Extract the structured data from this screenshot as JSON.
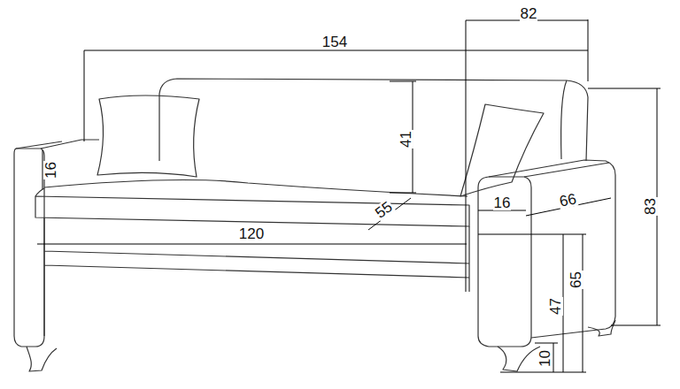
{
  "diagram": {
    "labels": [
      "82",
      "154",
      "41",
      "16",
      "55",
      "16",
      "66",
      "83",
      "120",
      "65",
      "47",
      "10"
    ]
  }
}
